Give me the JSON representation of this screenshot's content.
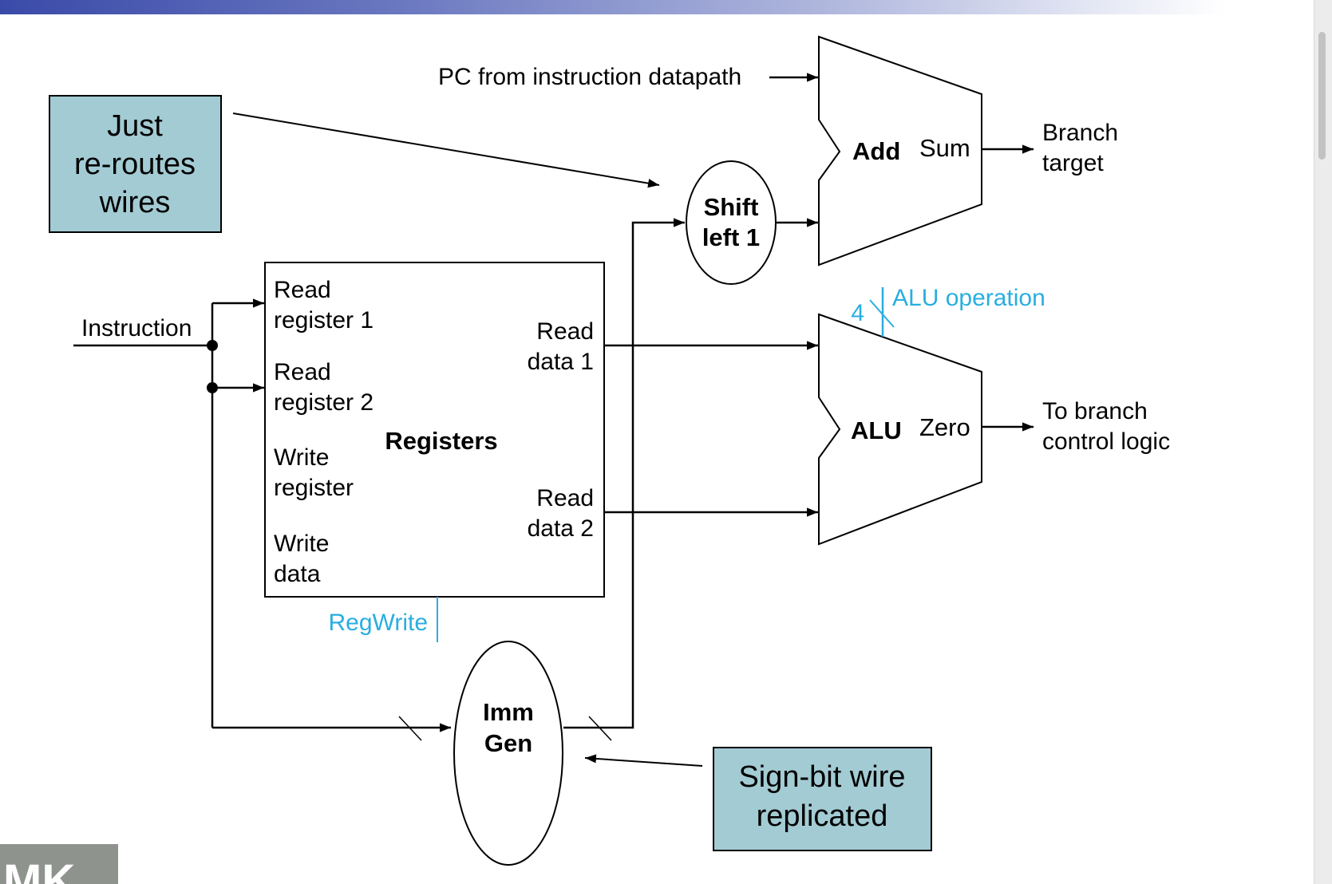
{
  "colors": {
    "accent": "#29aee0",
    "callout_fill": "#a3cbd3",
    "line": "#000000",
    "logo": "#8e938e"
  },
  "callouts": {
    "reroute": [
      "Just",
      "re-routes",
      "wires"
    ],
    "signbit": [
      "Sign-bit wire",
      "replicated"
    ]
  },
  "labels": {
    "pc_input": "PC from instruction datapath",
    "instruction": "Instruction",
    "branch_target": [
      "Branch",
      "target"
    ],
    "to_branch": [
      "To branch",
      "control logic"
    ],
    "alu_operation": "ALU operation",
    "alu_op_width": "4",
    "regwrite": "RegWrite"
  },
  "registers": {
    "title": "Registers",
    "read_register_1": [
      "Read",
      "register 1"
    ],
    "read_register_2": [
      "Read",
      "register 2"
    ],
    "write_register": [
      "Write",
      "register"
    ],
    "write_data": [
      "Write",
      "data"
    ],
    "read_data_1": [
      "Read",
      "data 1"
    ],
    "read_data_2": [
      "Read",
      "data 2"
    ]
  },
  "add_unit": {
    "name": "Add",
    "output": "Sum"
  },
  "alu_unit": {
    "name": "ALU",
    "output": "Zero"
  },
  "shift_unit": [
    "Shift",
    "left 1"
  ],
  "imm_gen": [
    "Imm",
    "Gen"
  ],
  "logo_text": "MK"
}
